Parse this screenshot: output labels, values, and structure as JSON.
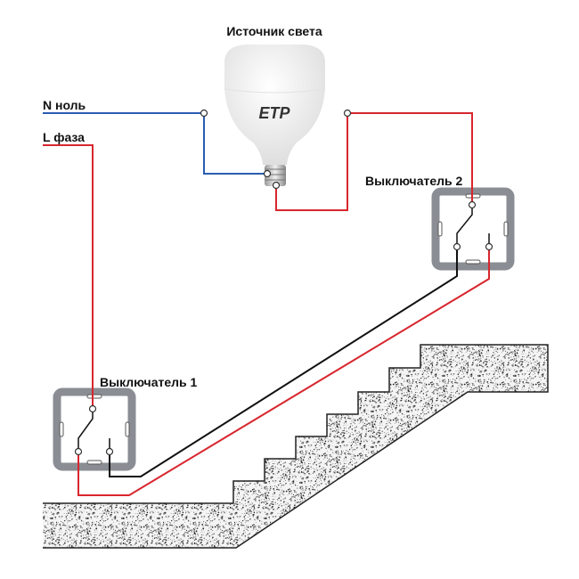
{
  "title": "Источник света",
  "neutral_label": "N ноль",
  "phase_label": "L фаза",
  "switch1_label": "Выключатель 1",
  "switch2_label": "Выключатель 2",
  "lamp_logo": "ETP",
  "colors": {
    "neutral": "#2a5db0",
    "phase": "#d8262e",
    "traveler": "#111111",
    "frame": "#8a8d93"
  }
}
